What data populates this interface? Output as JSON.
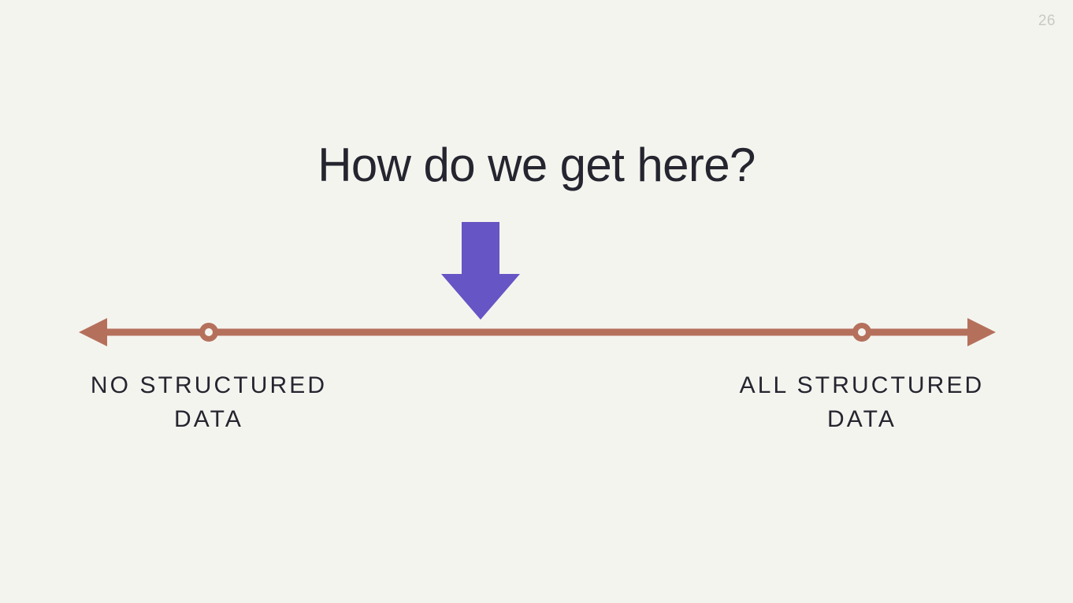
{
  "slide": {
    "background_color": "#f4f4ef",
    "page_number": "26",
    "title": "How do we get here?",
    "title_color": "#24252f"
  },
  "diagram": {
    "type": "spectrum-axis",
    "axis_color": "#b5705c",
    "pointer_color": "#6655c4",
    "pointer_name": "down-arrow",
    "marker_fill": "#f4f4ef",
    "endpoints": [
      {
        "id": "left",
        "line1": "NO STRUCTURED",
        "line2": "DATA",
        "marker_position_pct": 14
      },
      {
        "id": "right",
        "line1": "ALL STRUCTURED",
        "line2": "DATA",
        "marker_position_pct": 85
      }
    ]
  }
}
